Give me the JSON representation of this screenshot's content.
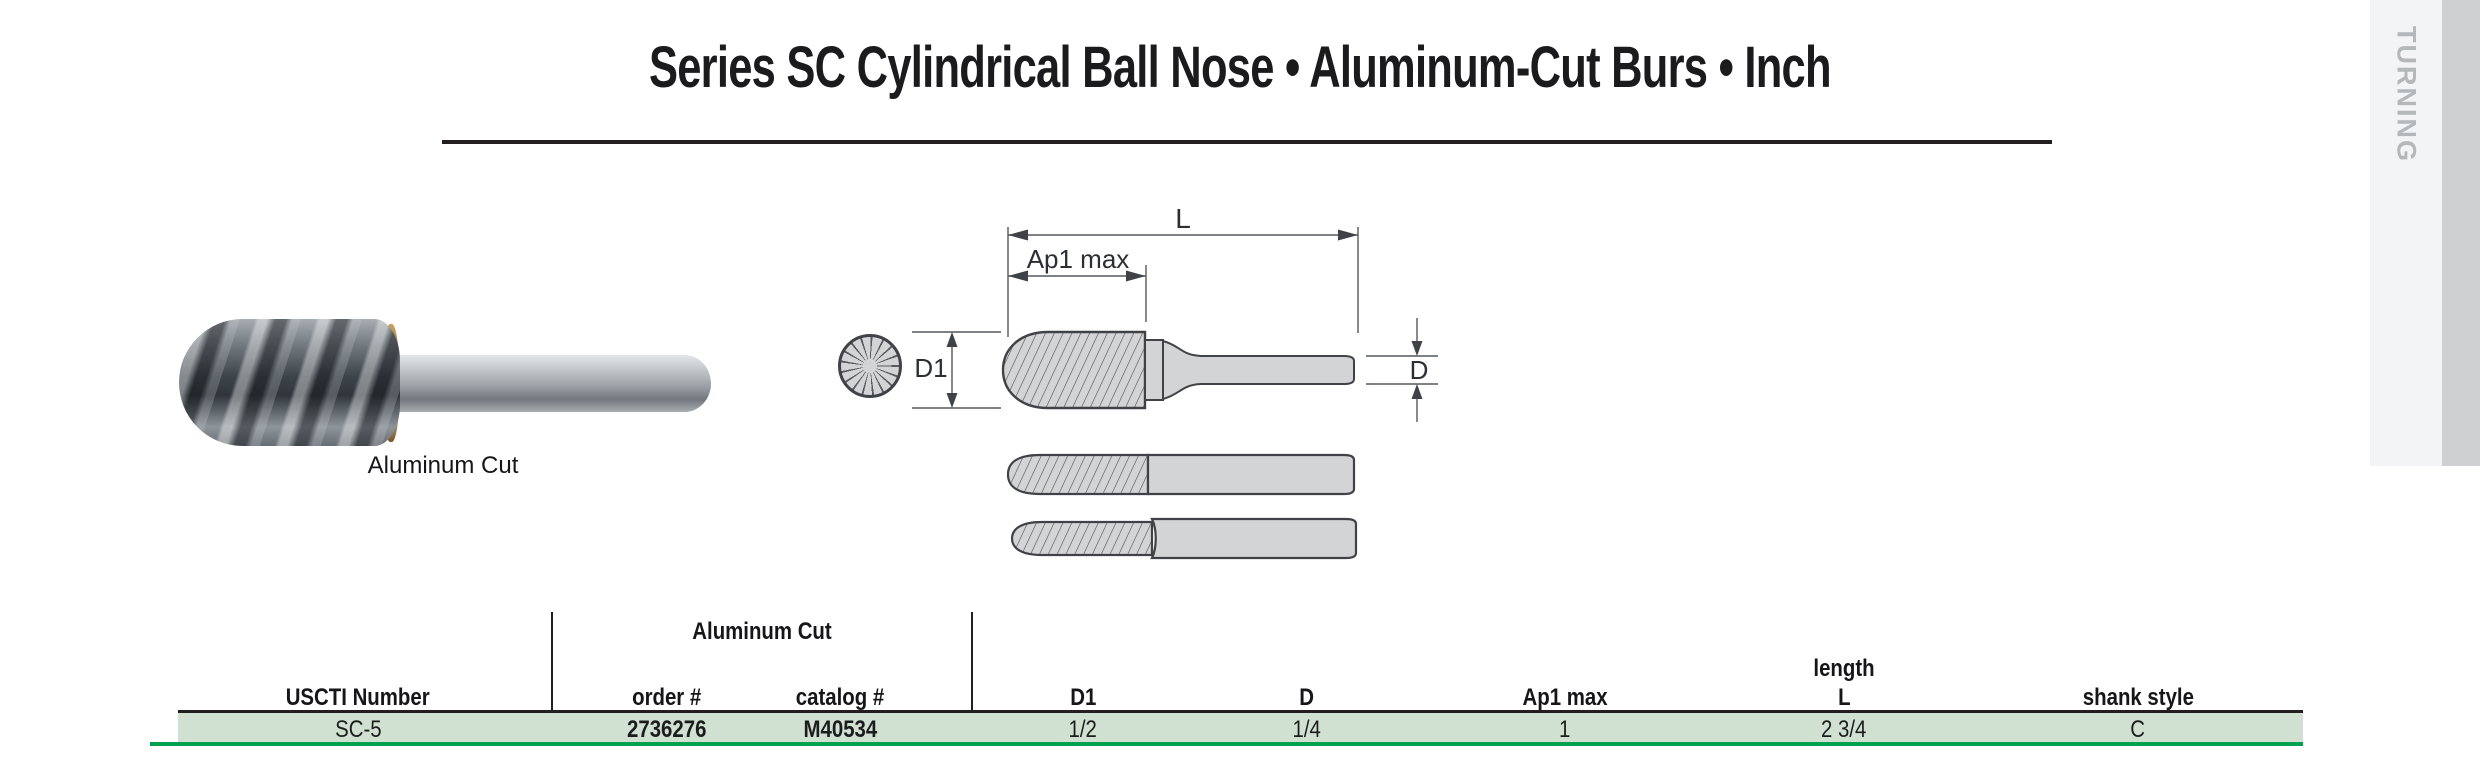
{
  "title": {
    "text": "Series SC Cylindrical Ball Nose • Aluminum-Cut Burs • Inch"
  },
  "side_tab": {
    "label": "TURNING"
  },
  "photo": {
    "caption": "Aluminum Cut"
  },
  "diagram": {
    "labels": {
      "overall_length": "L",
      "cut_depth": "Ap1 max",
      "cut_diameter": "D1",
      "shank_diameter": "D"
    }
  },
  "table": {
    "group_header": "Aluminum Cut",
    "columns": [
      {
        "id": "uscti",
        "label": "USCTI Number"
      },
      {
        "id": "order",
        "label": "order #"
      },
      {
        "id": "catalog",
        "label": "catalog #"
      },
      {
        "id": "d1",
        "label": "D1"
      },
      {
        "id": "d",
        "label": "D"
      },
      {
        "id": "ap1",
        "label": "Ap1 max"
      },
      {
        "id": "l",
        "label": "L",
        "sup_label": "length"
      },
      {
        "id": "shank",
        "label": "shank style"
      }
    ],
    "rows": [
      {
        "uscti": "SC-5",
        "order": "2736276",
        "catalog": "M40534",
        "d1": "1/2",
        "d": "1/4",
        "ap1": "1",
        "l": "2 3/4",
        "shank": "C"
      }
    ]
  },
  "colors": {
    "row_bg": "#d1e1d1",
    "row_underline_green": "#00a14e",
    "tab_bg": "#f3f4f5",
    "tab_edge": "#ced0d2",
    "tab_text": "#b5b8bb",
    "drawing_fill": "#d3d4d6",
    "drawing_outline": "#3f4247",
    "rule_black": "#231f20"
  }
}
